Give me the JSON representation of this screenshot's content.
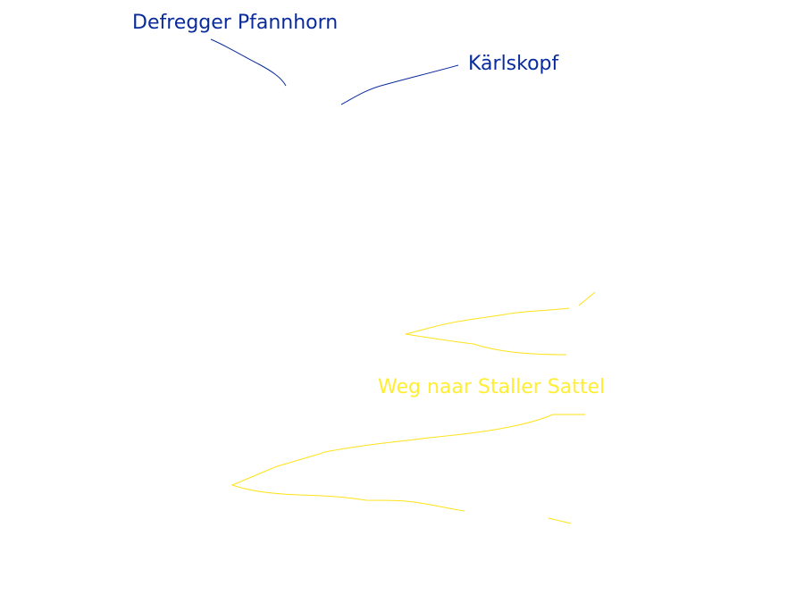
{
  "labels": {
    "defregger_pfannhorn": "Defregger Pfannhorn",
    "karlskopf": "Kärlskopf",
    "weg_naar_staller_sattel": "Weg naar Staller Sattel"
  },
  "colors": {
    "peak_label": "#0a2b9c",
    "route_label": "#ffee33",
    "route_line": "#ffe21a",
    "background": "#ffffff"
  }
}
